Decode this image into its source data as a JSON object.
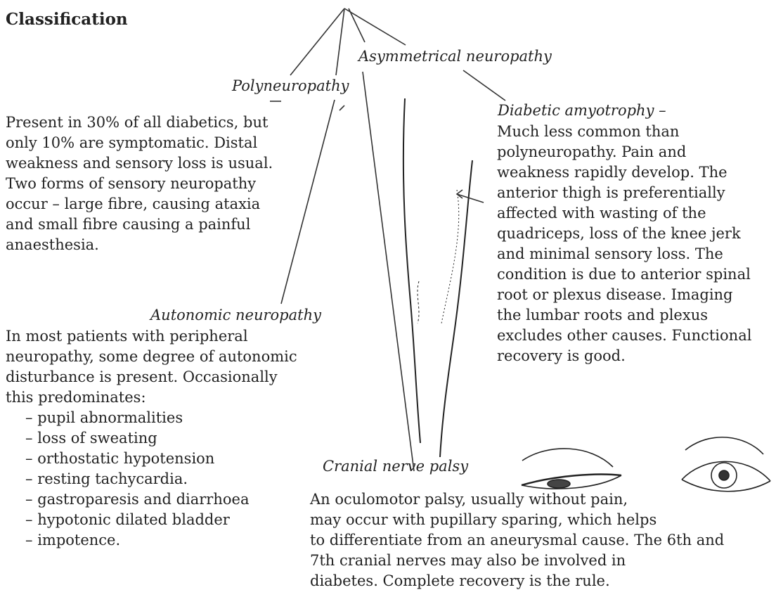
{
  "title": "Classification",
  "labels": {
    "asymmetrical": "Asymmetrical neuropathy",
    "polyneuropathy": "Polyneuropathy",
    "autonomic": "Autonomic neuropathy",
    "amyotrophy": "Diabetic amyotrophy –",
    "cranial": "Cranial nerve palsy"
  },
  "poly_text": "Present in 30% of all diabetics, but\nonly 10% are symptomatic. Distal\nweakness and sensory loss is usual.\nTwo forms of sensory neuropathy\noccur – large fibre, causing ataxia\nand small fibre causing a painful\nanaesthesia.",
  "amyo_text": "Much less common than\npolyneuropathy. Pain and\nweakness rapidly develop. The\nanterior thigh is preferentially\naffected with wasting of the\nquadriceps, loss of the knee jerk\nand minimal sensory loss. The\ncondition is due to anterior spinal\nroot or plexus disease. Imaging\nthe lumbar roots and plexus\nexcludes other causes. Functional\nrecovery is good.",
  "auto_text": "In most patients with peripheral\nneuropathy, some degree of autonomic\ndisturbance is present. Occasionally\nthis predominates:",
  "auto_list": [
    "pupil abnormalities",
    "loss of sweating",
    "orthostatic hypotension",
    "resting tachycardia.",
    "gastroparesis and diarrhoea",
    "hypotonic dilated bladder",
    "impotence."
  ],
  "cranial_text": "An oculomotor palsy, usually without pain,\nmay occur with pupillary sparing, which helps\nto differentiate from an aneurysmal cause. The 6th and\n7th cranial nerves may also be involved in\ndiabetes. Complete recovery is the rule."
}
